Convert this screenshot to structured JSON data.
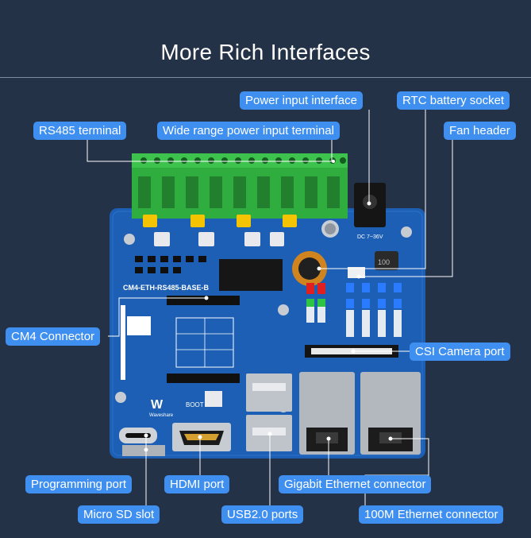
{
  "title": "More Rich Interfaces",
  "board": {
    "silk_name": "CM4-ETH-RS485-BASE-B",
    "silk_dc": "DC 7~36V",
    "silk_boot": "BOOT",
    "silk_brand": "Waveshare",
    "silk_inductor": "100"
  },
  "labels": {
    "power_input": "Power input interface",
    "rtc_battery": "RTC battery socket",
    "rs485": "RS485 terminal",
    "wide_range_power": "Wide range power input terminal",
    "fan_header": "Fan header",
    "cm4_connector": "CM4 Connector",
    "csi_camera": "CSI Camera port",
    "programming_port": "Programming port",
    "hdmi_port": "HDMI port",
    "gigabit_ethernet": "Gigabit Ethernet connector",
    "micro_sd": "Micro SD slot",
    "usb_ports": "USB2.0 ports",
    "ethernet_100m": "100M Ethernet connector"
  },
  "colors": {
    "background": "#243247",
    "label_bg": "#3f8ff0",
    "board_blue": "#1d5fb4",
    "terminal_green": "#2fae3f"
  }
}
